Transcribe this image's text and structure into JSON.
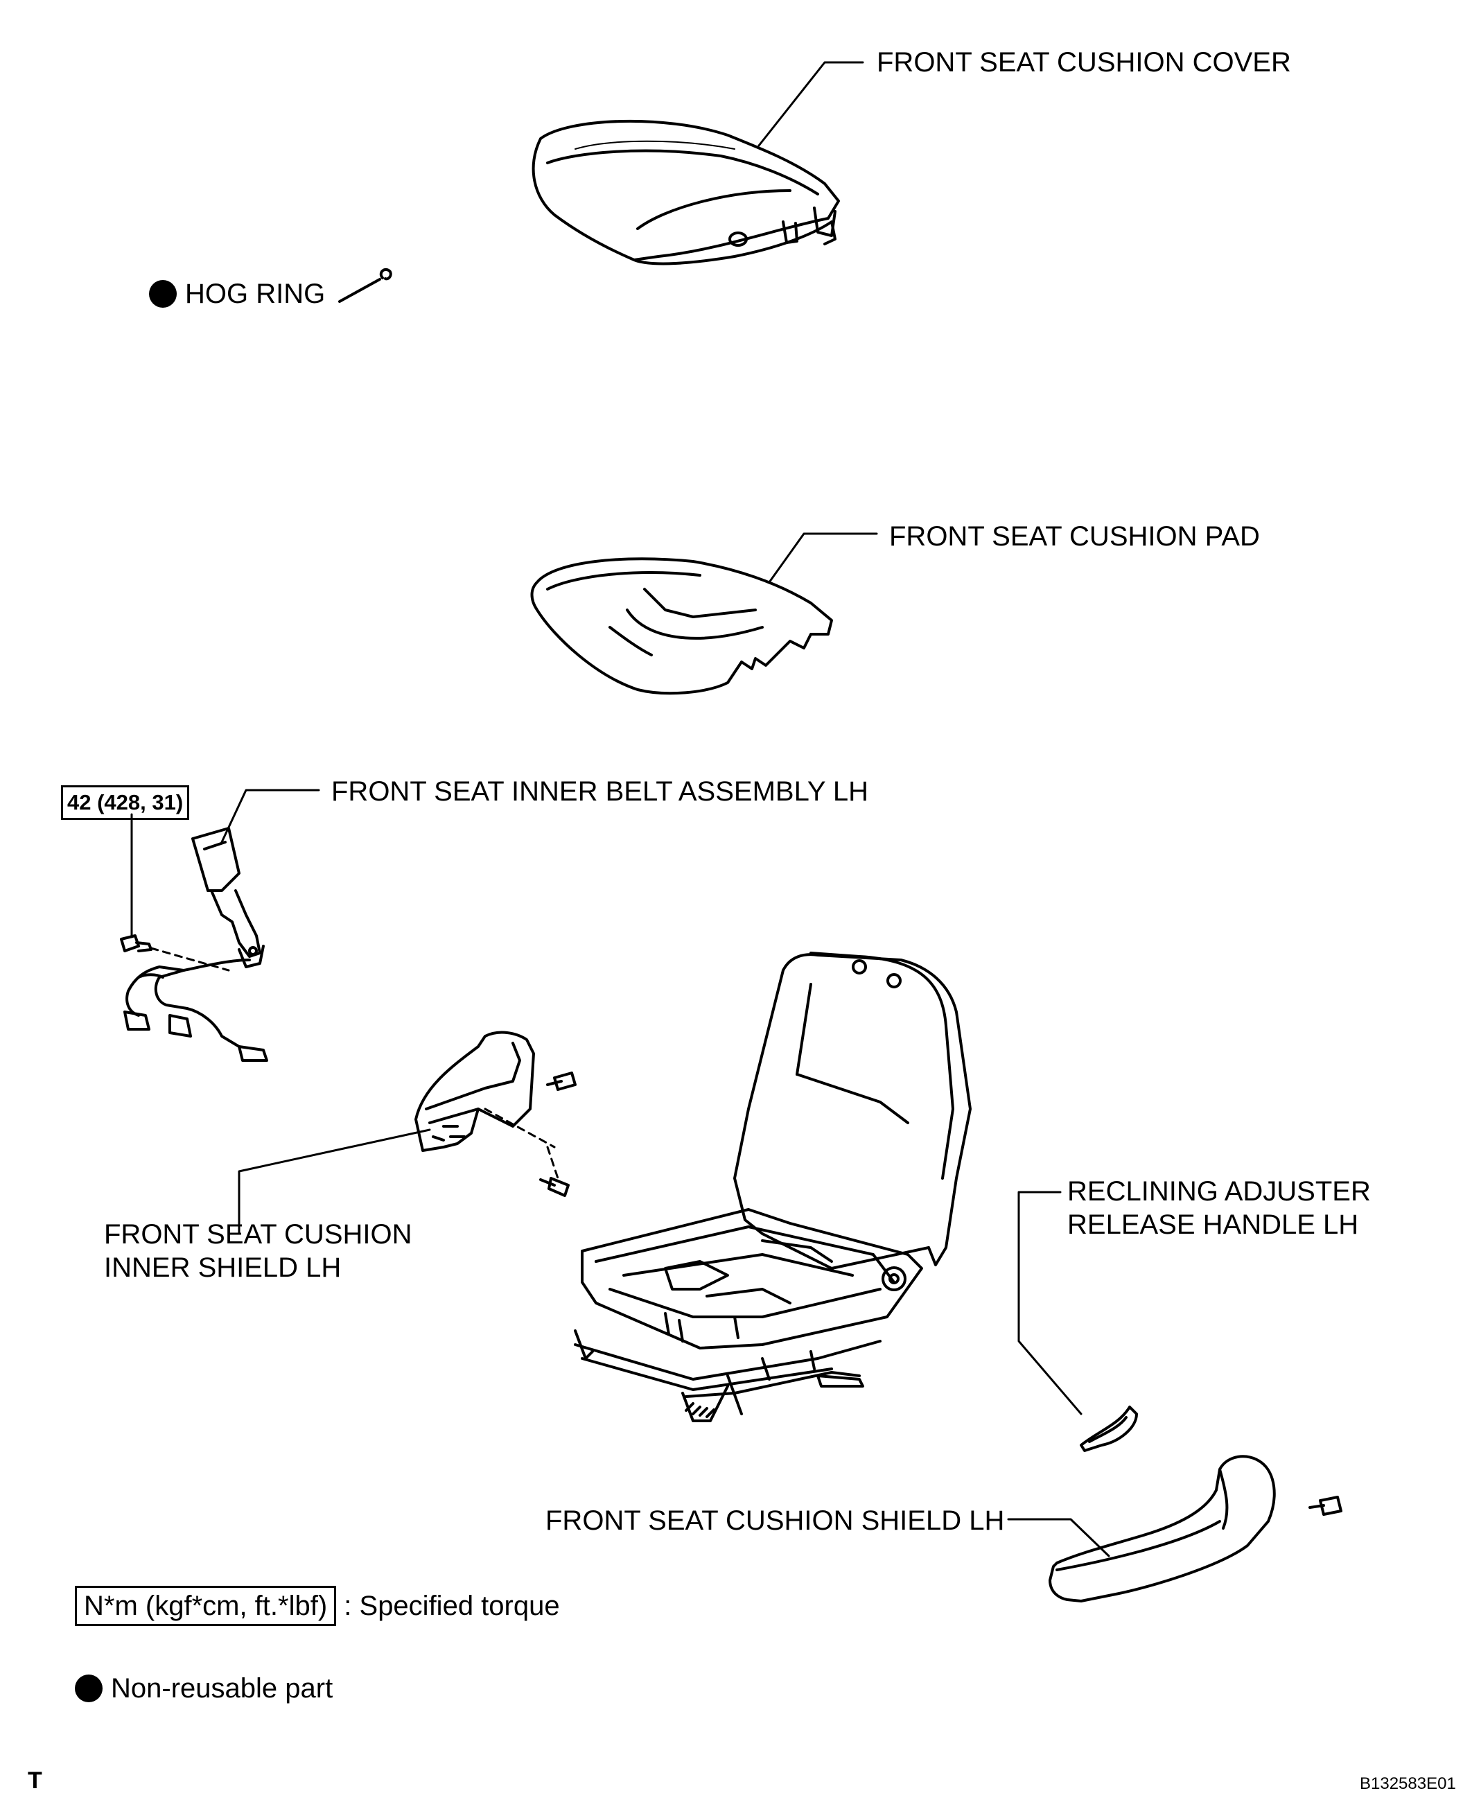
{
  "labels": {
    "cushion_cover": "FRONT SEAT CUSHION COVER",
    "hog_ring": "HOG RING",
    "cushion_pad": "FRONT SEAT CUSHION PAD",
    "inner_belt": "FRONT SEAT INNER BELT ASSEMBLY LH",
    "inner_shield_line1": "FRONT SEAT CUSHION",
    "inner_shield_line2": "INNER SHIELD LH",
    "recline_line1": "RECLINING ADJUSTER",
    "recline_line2": "RELEASE HANDLE LH",
    "cushion_shield": "FRONT SEAT CUSHION SHIELD LH"
  },
  "torque": {
    "belt_bolt": "42 (428, 31)"
  },
  "legend": {
    "torque_unit": "N*m (kgf*cm, ft.*lbf)",
    "torque_text": ": Specified torque",
    "nonreusable_text": "Non-reusable part"
  },
  "footer": {
    "corner_letter": "T",
    "figure_code": "B132583E01"
  },
  "icons": [
    "non-reusable-dot-icon"
  ]
}
